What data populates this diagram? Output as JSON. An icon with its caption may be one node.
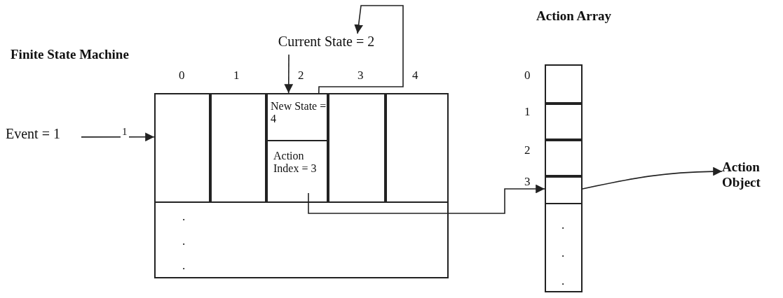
{
  "diagram": {
    "nodes": [
      {
        "text": [
          "Finite State Machine"
        ]
      },
      {
        "text": [],
        "shape": "box",
        "in": 0
      },
      {
        "text": [],
        "shape": "box",
        "in": 0
      },
      {
        "text": [],
        "shape": "box",
        "in": 0
      },
      {
        "text": [
          "New State = 4"
        ],
        "in": 3
      },
      {
        "text": [
          "Action Index = 3"
        ],
        "in": 3
      },
      {
        "text": [],
        "shape": "box",
        "in": 0
      },
      {
        "text": [],
        "shape": "box",
        "in": 0
      },
      {
        "text": [
          "Current State = 2"
        ]
      },
      {
        "text": [
          "Event = 1"
        ]
      },
      {
        "text": [
          "Action Array"
        ]
      },
      {
        "text": [],
        "shape": "box",
        "in": 10
      },
      {
        "text": [],
        "shape": "box",
        "in": 10
      },
      {
        "text": [],
        "shape": "box",
        "in": 10
      },
      {
        "text": [],
        "shape": "box",
        "in": 10
      },
      {
        "text": [
          "Action Object"
        ]
      }
    ],
    "edges": [
      {
        "from": 8,
        "to": 3,
        "arrow": "to"
      },
      {
        "from": 9,
        "to": 1,
        "label": "1",
        "arrow": "to"
      },
      {
        "from": 4,
        "to": 8,
        "arrow": "to"
      },
      {
        "from": 5,
        "to": 14,
        "arrow": "to"
      },
      {
        "from": 14,
        "to": 15,
        "arrow": "to"
      }
    ],
    "labels": [
      "0",
      "1",
      "2",
      "3",
      "4",
      "0",
      "1",
      "2",
      "3",
      ".",
      ".",
      ".",
      ".",
      ".",
      "."
    ]
  }
}
